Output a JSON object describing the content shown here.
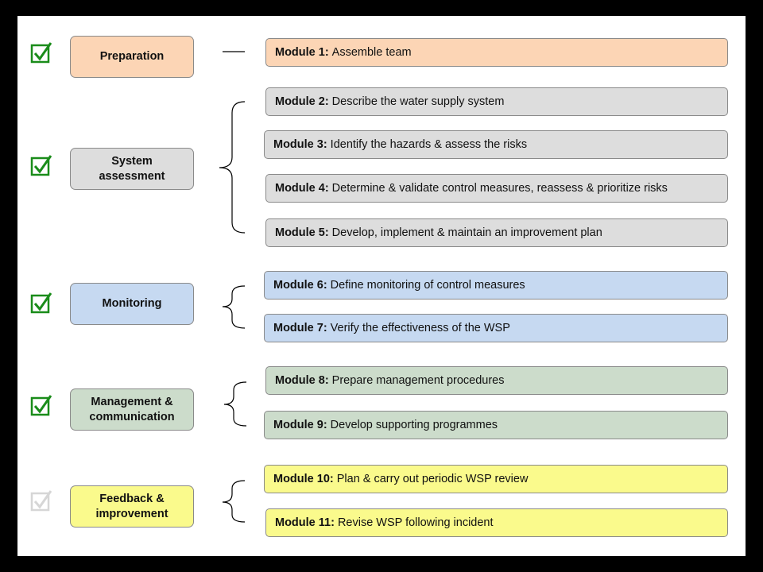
{
  "colors": {
    "preparation": "#fcd5b5",
    "system_assessment": "#dddddd",
    "monitoring": "#c6d9f1",
    "management": "#ccdccb",
    "feedback": "#fafa8c",
    "check_done": "#1a8c1a",
    "check_pending": "#d6d6d6"
  },
  "phases": [
    {
      "label": "Preparation",
      "done": true
    },
    {
      "label": "System\nassessment",
      "done": true
    },
    {
      "label": "Monitoring",
      "done": true
    },
    {
      "label": "Management &\ncommunication",
      "done": true
    },
    {
      "label": "Feedback &\nimprovement",
      "done": false
    }
  ],
  "modules": [
    {
      "number": "Module 1:",
      "text": "Assemble team"
    },
    {
      "number": "Module 2:",
      "text": "Describe the water supply system"
    },
    {
      "number": "Module 3:",
      "text": "Identify the hazards & assess the risks"
    },
    {
      "number": "Module 4:",
      "text": "Determine & validate control measures, reassess & prioritize risks"
    },
    {
      "number": "Module 5:",
      "text": "Develop, implement & maintain an improvement plan"
    },
    {
      "number": "Module 6:",
      "text": "Define monitoring of control measures"
    },
    {
      "number": "Module 7:",
      "text": "Verify the effectiveness of the WSP"
    },
    {
      "number": "Module 8:",
      "text": "Prepare management procedures"
    },
    {
      "number": "Module 9:",
      "text": "Develop supporting  programmes"
    },
    {
      "number": "Module 10:",
      "text": "Plan & carry out periodic WSP review"
    },
    {
      "number": "Module 11:",
      "text": "Revise WSP following incident"
    }
  ]
}
